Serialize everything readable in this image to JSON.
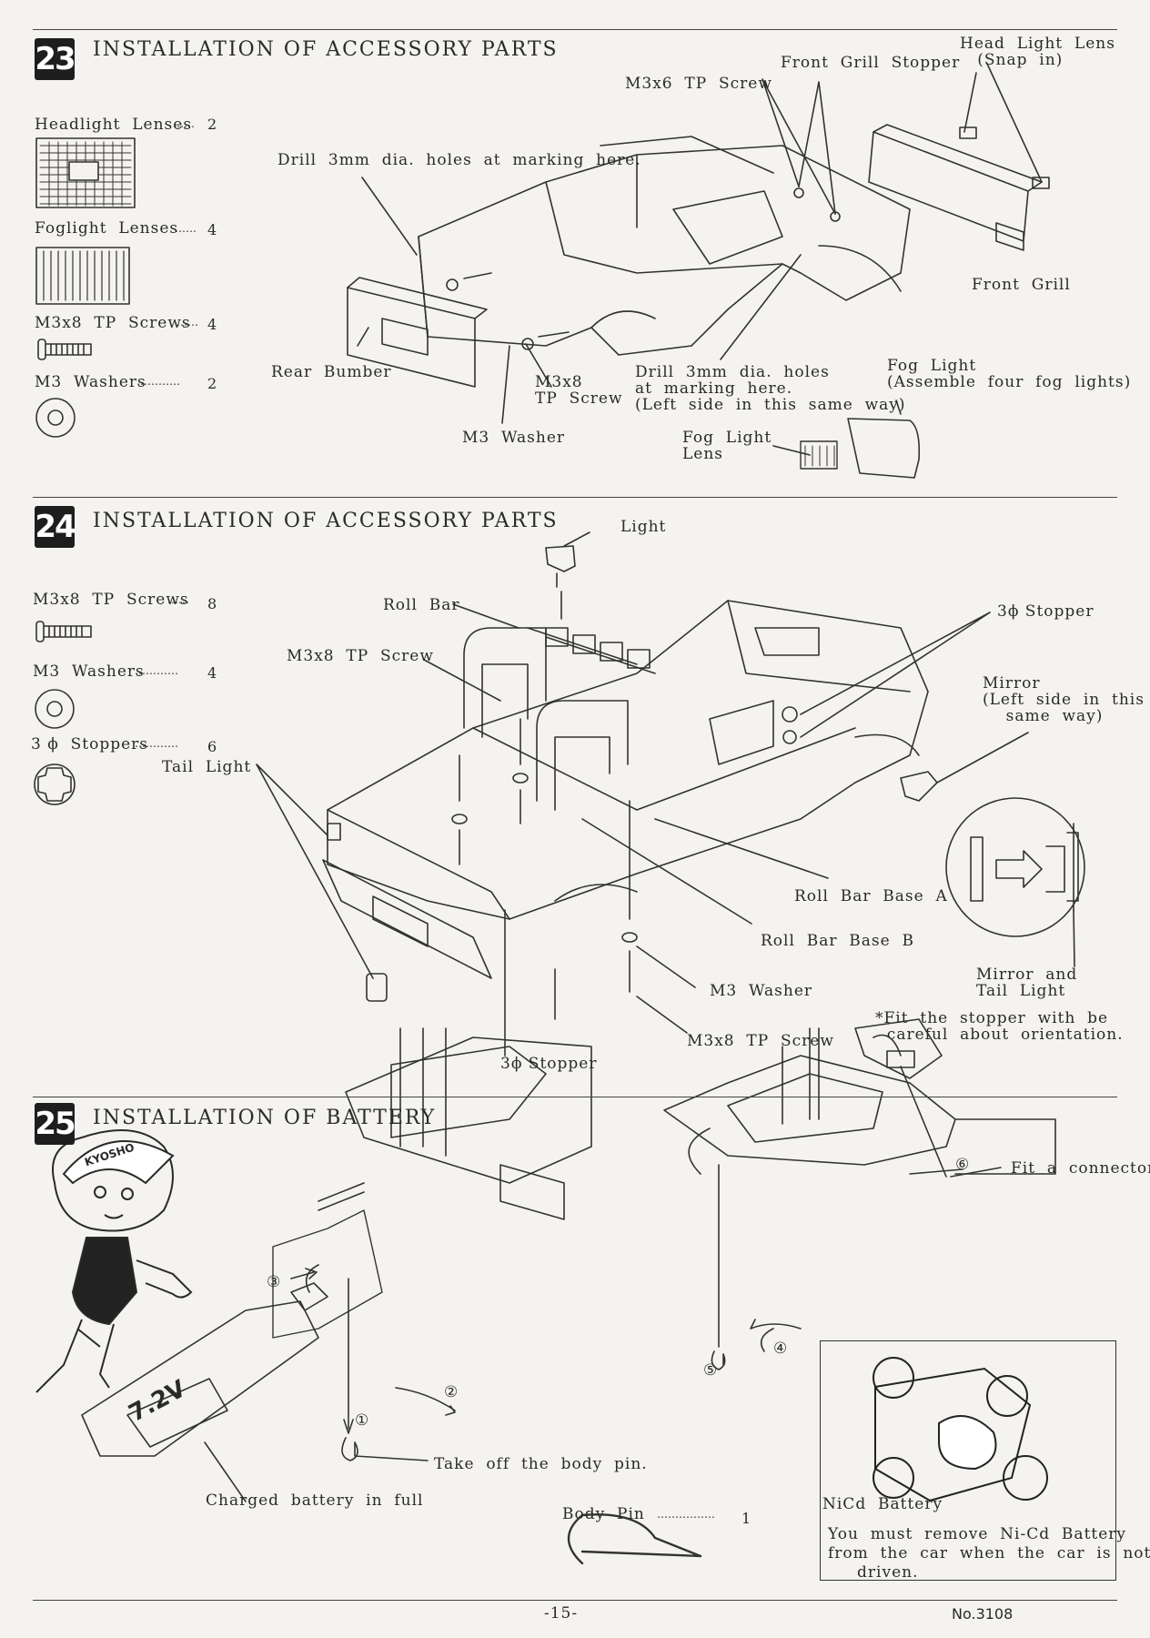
{
  "sections": [
    {
      "number": "23",
      "title": "INSTALLATION  OF  ACCESSORY  PARTS",
      "parts": [
        {
          "name": "Headlight  Lenses",
          "qty": "2"
        },
        {
          "name": "Foglight  Lenses",
          "qty": "4"
        },
        {
          "name": "M3x8  TP  Screws",
          "qty": "4"
        },
        {
          "name": "M3  Washers",
          "qty": "2"
        }
      ],
      "labels": {
        "head_light_lens": "Head  Light  Lens\n   (Snap  in)",
        "front_grill_stopper": "Front  Grill  Stopper",
        "m3x6_tp_screw": "M3x6  TP  Screw",
        "drill_top": "Drill  3mm  dia.  holes  at  marking  here.",
        "front_grill": "Front  Grill",
        "rear_bumber": "Rear  Bumber",
        "m3x8_tp_screw": "M3x8\nTP  Screw",
        "drill_bottom": "Drill  3mm  dia.  holes\nat  marking  here.\n(Left  side  in  this  same  way)",
        "fog_light": "Fog  Light\n(Assemble  four  fog  lights)",
        "m3_washer": "M3  Washer",
        "fog_light_lens": "Fog  Light\nLens"
      }
    },
    {
      "number": "24",
      "title": "INSTALLATION  OF  ACCESSORY  PARTS",
      "parts": [
        {
          "name": "M3x8  TP  Screws",
          "qty": "8"
        },
        {
          "name": "M3  Washers",
          "qty": "4"
        },
        {
          "name": "3 ϕ  Stoppers",
          "qty": "6"
        }
      ],
      "labels": {
        "light": "Light",
        "roll_bar": "Roll  Bar",
        "m3x8_tp_screw_top": "M3x8  TP  Screw",
        "stopper_top": "3ϕ Stopper",
        "mirror": "Mirror\n(Left  side  in  this\n    same  way)",
        "tail_light": "Tail  Light",
        "roll_bar_base_a": "Roll  Bar  Base  A",
        "roll_bar_base_b": "Roll  Bar  Base  B",
        "m3_washer": "M3  Washer",
        "m3x8_tp_screw_bottom": "M3x8  TP  Screw",
        "stopper_bottom": "3ϕ Stopper",
        "mirror_tail": "Mirror  and\nTail  Light",
        "note": "*Fit  the  stopper  with  be\n  careful  about  orientation."
      }
    },
    {
      "number": "25",
      "title": "INSTALLATION  OF  BATTERY",
      "labels": {
        "fit_connector": "Fit  a  connector.",
        "take_off_pin": "Take  off  the  body  pin.",
        "charged_battery": "Charged  battery  in  full",
        "body_pin": "Body  Pin",
        "body_pin_qty": "1",
        "nicd_battery": "NiCd  Battery",
        "nicd_warning": "You  must  remove  Ni-Cd  Battery\nfrom  the  car  when  the  car  is  not\n     driven.",
        "battery_text": "7.2V",
        "cap_text": "KYOSHO"
      },
      "steps": [
        "①",
        "②",
        "③",
        "④",
        "⑤",
        "⑥"
      ]
    }
  ],
  "footer": {
    "page": "-15-",
    "doc_no": "No.3108"
  }
}
